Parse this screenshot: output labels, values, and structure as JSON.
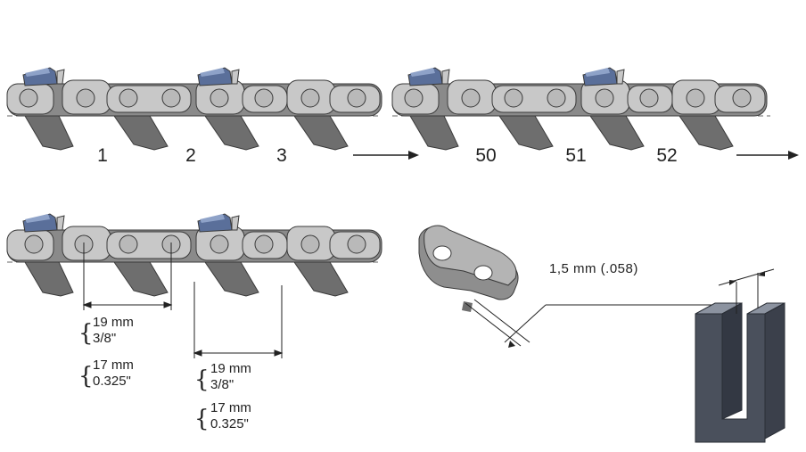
{
  "colors": {
    "link_light": "#c8c8c8",
    "link_mid": "#a6a6a6",
    "link_dark": "#6e6e6e",
    "cutter_blue": "#5a6f9a",
    "cutter_blue_light": "#8ea2c8",
    "rivet": "#b9b9b9",
    "outline": "#3a3a3a",
    "dash": "#666666"
  },
  "top_row": {
    "numbers_left": [
      "1",
      "2",
      "3"
    ],
    "numbers_right": [
      "50",
      "51",
      "52"
    ]
  },
  "pitch_a": {
    "value_1_mm": "19 mm",
    "value_1_in": "3/8\"",
    "value_2_mm": "17 mm",
    "value_2_in": "0.325\""
  },
  "pitch_b": {
    "value_1_mm": "19 mm",
    "value_1_in": "3/8\"",
    "value_2_mm": "17 mm",
    "value_2_in": "0.325\""
  },
  "gauge": {
    "label": "1,5 mm (.058)"
  }
}
